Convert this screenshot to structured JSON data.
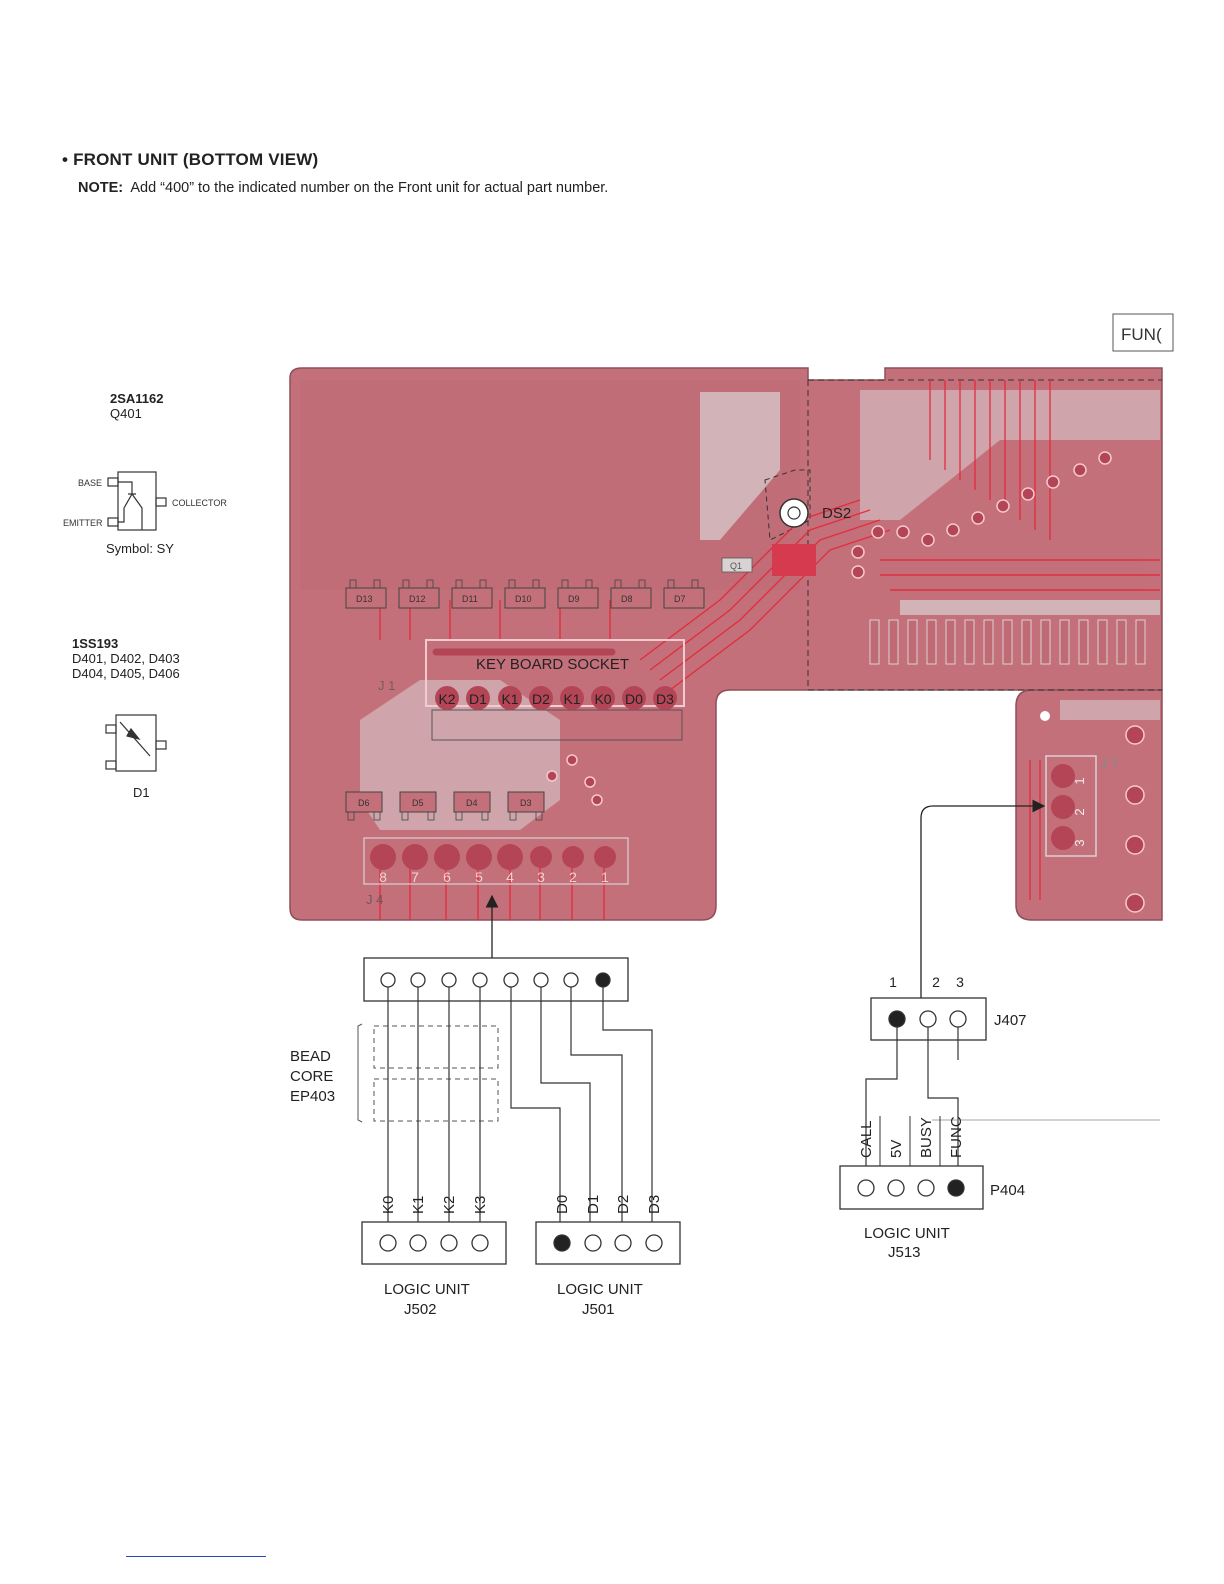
{
  "header": {
    "title": "• FRONT UNIT (BOTTOM VIEW)",
    "note_label": "NOTE:",
    "note_text": "Add “400” to the indicated number on the Front unit for actual part number."
  },
  "transistor": {
    "part": "2SA1162",
    "ref": "Q401",
    "pin_base": "BASE",
    "pin_collector": "COLLECTOR",
    "pin_emitter": "EMITTER",
    "symbol_caption": "Symbol: SY"
  },
  "diode": {
    "part": "1SS193",
    "refs_line1": "D401, D402, D403",
    "refs_line2": "D404, D405, D406",
    "caption": "D1"
  },
  "board": {
    "func_tag": "FUN(",
    "ds2_label": "DS2",
    "keyboard_socket_label": "KEY BOARD SOCKET",
    "j1_label": "J 1",
    "j4_label": "J 4",
    "j7_label": "J 7",
    "socket_pins": [
      "K2",
      "D1",
      "K1",
      "D2",
      "K1",
      "K0",
      "D0",
      "D3"
    ],
    "top_diodes": [
      "D13",
      "D12",
      "D11",
      "D10",
      "D9",
      "D8",
      "D7"
    ],
    "bottom_diodes": [
      "D6",
      "D5",
      "D4",
      "D3"
    ],
    "j4_pin_numbers": [
      "8",
      "7",
      "6",
      "5",
      "4",
      "3",
      "2",
      "1"
    ],
    "j7_pin_numbers": [
      "1",
      "2",
      "3"
    ],
    "q1_label": "Q1"
  },
  "bead_core": {
    "line1": "BEAD",
    "line2": "CORE",
    "line3": "EP403"
  },
  "j502": {
    "pins": [
      "K0",
      "K1",
      "K2",
      "K3"
    ],
    "caption_line1": "LOGIC UNIT",
    "caption_line2": "J502"
  },
  "j501": {
    "pins": [
      "D0",
      "D1",
      "D2",
      "D3"
    ],
    "caption_line1": "LOGIC UNIT",
    "caption_line2": "J501"
  },
  "j407": {
    "label": "J407",
    "pin_numbers": [
      "1",
      "2",
      "3"
    ]
  },
  "p404": {
    "label": "P404",
    "pins": [
      "CALL",
      "5V",
      "BUSY",
      "FUNC"
    ],
    "caption_line1": "LOGIC UNIT",
    "caption_line2": "J513"
  },
  "colors": {
    "board_fill": "#c4707a",
    "trace": "#d9d2d3",
    "pad": "#b44556",
    "red_line": "#e3283a"
  }
}
